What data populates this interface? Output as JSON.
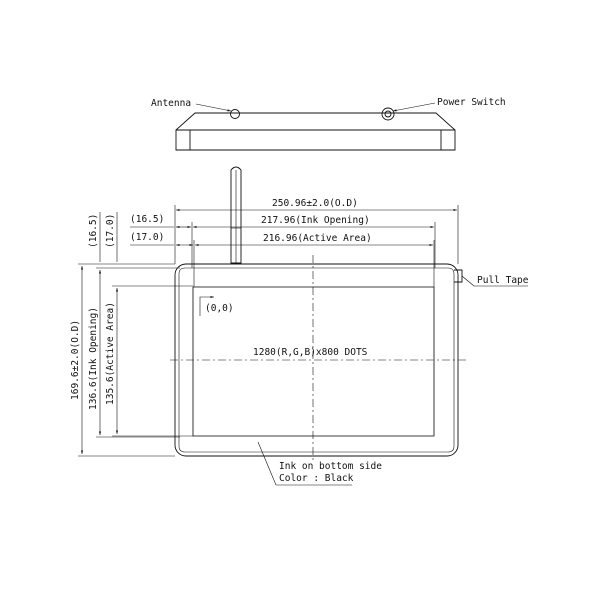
{
  "callouts": {
    "antenna": "Antenna",
    "power_switch": "Power Switch",
    "pull_tape": "Pull Tape",
    "ink_note_line1": "Ink on bottom side",
    "ink_note_line2": "Color : Black"
  },
  "dimensions": {
    "outline_width": "250.96±2.0(O.D)",
    "ink_opening_width": "217.96(Ink Opening)",
    "active_area_width": "216.96(Active Area)",
    "offset_16_5_h": "(16.5)",
    "offset_17_0_h": "(17.0)",
    "offset_16_5_v": "(16.5)",
    "offset_17_0_v": "(17.0)",
    "outline_height": "169.6±2.0(O.D)",
    "ink_opening_height": "136.6(Ink Opening)",
    "active_area_height": "135.6(Active Area)"
  },
  "display": {
    "origin": "(0,0)",
    "resolution": "1280(R,G,B)x800 DOTS"
  },
  "colors": {
    "line": "#111111",
    "background": "#ffffff"
  }
}
